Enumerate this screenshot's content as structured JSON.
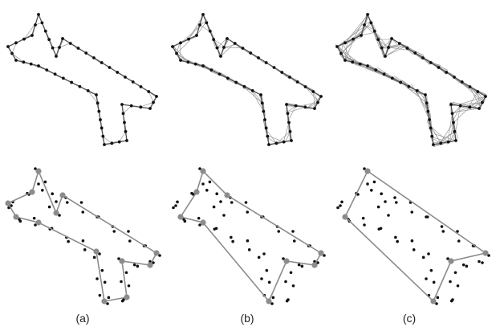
{
  "captions": [
    "(a)",
    "(b)",
    "(c)"
  ],
  "colors": {
    "point": "#111111",
    "mesh": "#9a9a9a",
    "outline": "#555555",
    "contour": "#8c8c8c",
    "vertex": "#8c8c8c"
  },
  "panels": [
    {
      "id": "a-top",
      "style": "mesh",
      "density": 1
    },
    {
      "id": "b-top",
      "style": "mesh",
      "density": 2
    },
    {
      "id": "c-top",
      "style": "mesh",
      "density": 3
    },
    {
      "id": "a-bottom",
      "style": "contour",
      "detail": "fine"
    },
    {
      "id": "b-bottom",
      "style": "contour",
      "detail": "medium"
    },
    {
      "id": "c-bottom",
      "style": "contour",
      "detail": "coarse"
    }
  ]
}
